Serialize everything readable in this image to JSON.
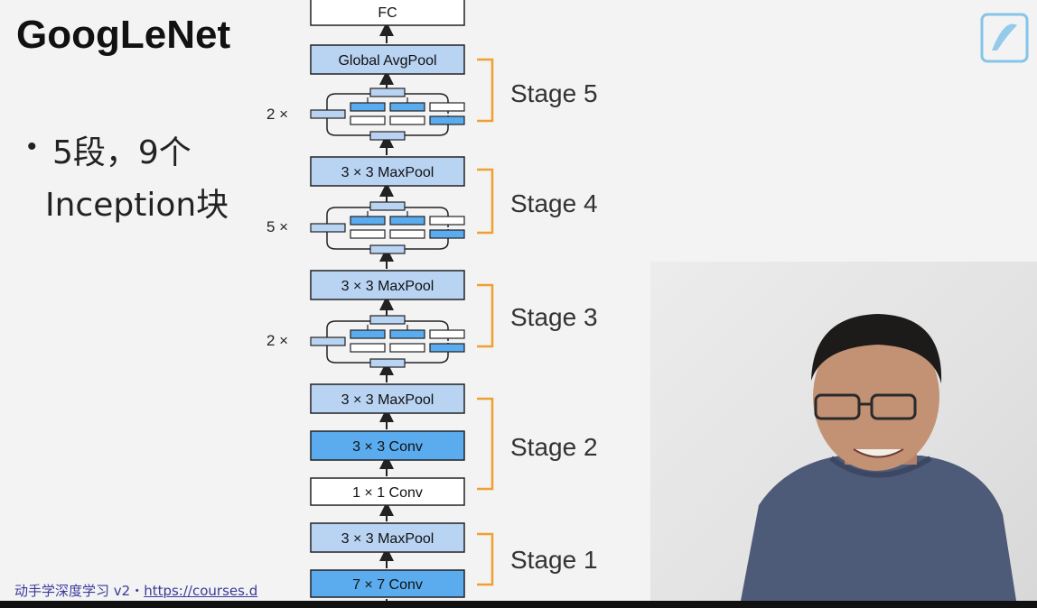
{
  "slide": {
    "title": "GoogLeNet",
    "bullet_marker": "•",
    "bullet_line1": "5段，9个",
    "bullet_line2": "Inception块"
  },
  "footer": {
    "prefix": "动手学深度学习 v2・",
    "link": "https://courses.d"
  },
  "diagram": {
    "layers": {
      "fc": "FC",
      "global_avgpool": "Global AvgPool",
      "maxpool_s4": "3 × 3 MaxPool",
      "maxpool_s3": "3 × 3 MaxPool",
      "maxpool_s2": "3 × 3 MaxPool",
      "conv3x3": "3 × 3 Conv",
      "conv1x1": "1 × 1 Conv",
      "maxpool_s1": "3 × 3 MaxPool",
      "conv7x7": "7 × 7 Conv"
    },
    "stages": {
      "s5": "Stage 5",
      "s4": "Stage 4",
      "s3": "Stage 3",
      "s2": "Stage 2",
      "s1": "Stage 1"
    },
    "repeats": {
      "s5": "2 ×",
      "s4": "5 ×",
      "s3": "2 ×"
    },
    "colors": {
      "light_blue": "#b9d3f3",
      "mid_blue": "#5aacee",
      "white": "#ffffff",
      "stroke": "#222222",
      "bracket": "#f0a030"
    }
  }
}
